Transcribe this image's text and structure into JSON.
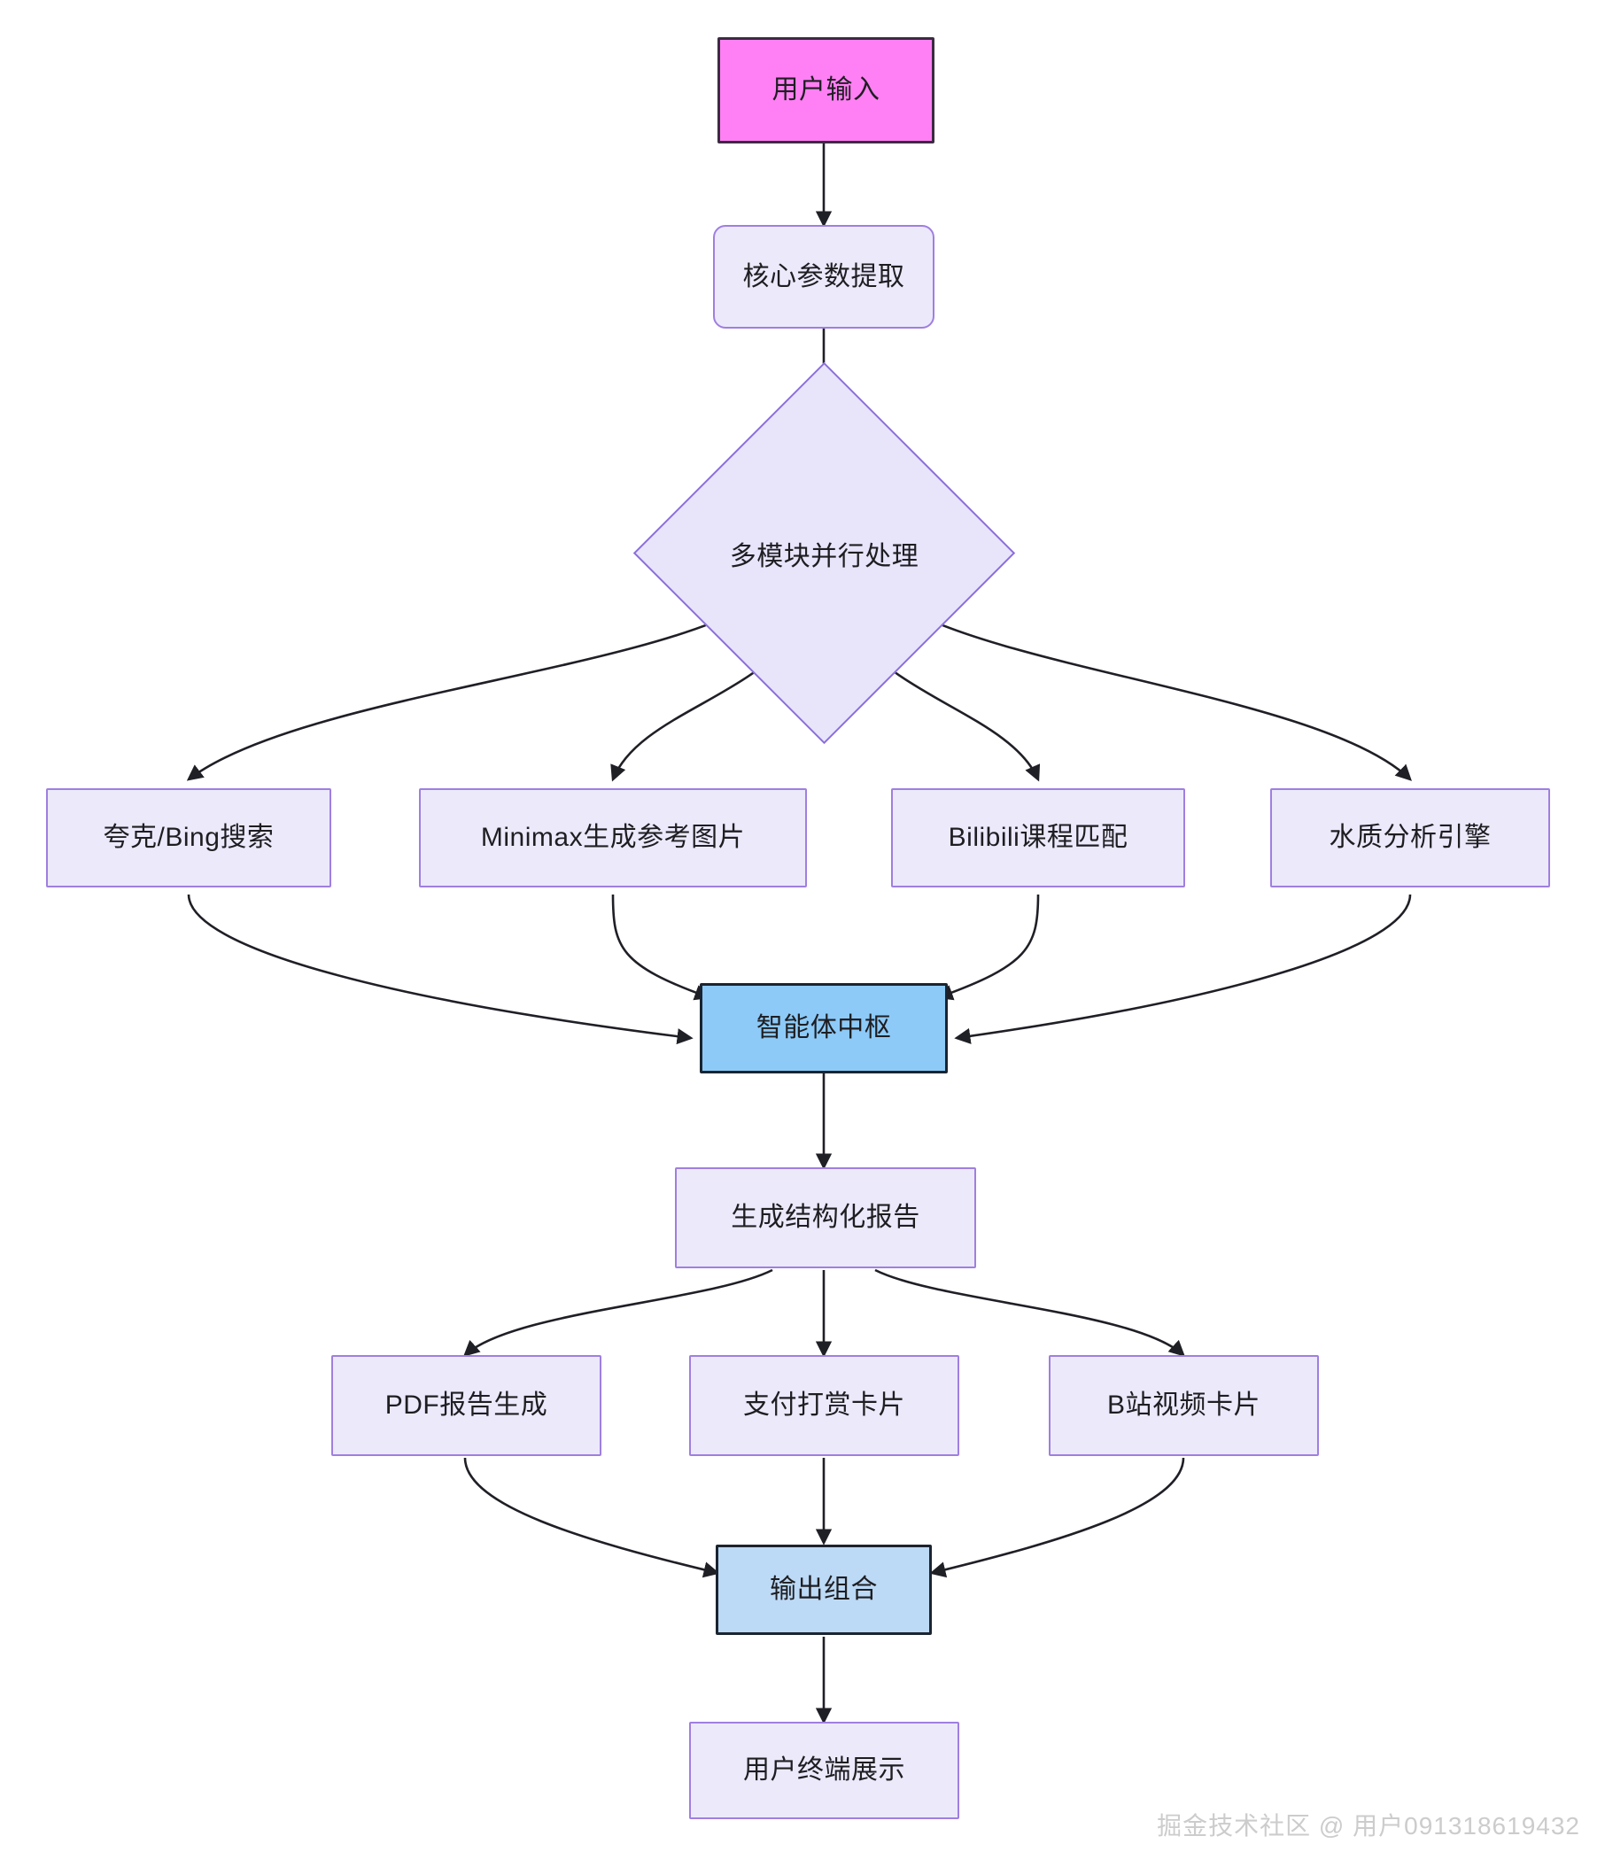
{
  "diagram": {
    "type": "flowchart",
    "direction": "top-to-bottom",
    "title": "",
    "colors": {
      "start_fill": "#ff80f4",
      "start_stroke": "#3b2b42",
      "process_fill": "#ece9fb",
      "process_stroke": "#9f7fe0",
      "decision_fill": "#e8e4fa",
      "decision_stroke": "#8b6fdc",
      "hub_fill": "#8dcaf7",
      "hub_stroke": "#1b2430",
      "combine_fill": "#bcd9f5",
      "combine_stroke": "#1b2430",
      "edge_stroke": "#1f1f26",
      "watermark": "#cccccc",
      "background": "#ffffff"
    },
    "nodes": {
      "user_input": {
        "label": "用户输入",
        "shape": "rect",
        "style": "start"
      },
      "param_extract": {
        "label": "核心参数提取",
        "shape": "rounded-rect",
        "style": "process"
      },
      "parallel": {
        "label": "多模块并行处理",
        "shape": "diamond",
        "style": "decision"
      },
      "quark_bing": {
        "label": "夸克/Bing搜索",
        "shape": "rect",
        "style": "process"
      },
      "minimax": {
        "label": "Minimax生成参考图片",
        "shape": "rect",
        "style": "process"
      },
      "bilibili": {
        "label": "Bilibili课程匹配",
        "shape": "rect",
        "style": "process"
      },
      "water_quality": {
        "label": "水质分析引擎",
        "shape": "rect",
        "style": "process"
      },
      "agent_hub": {
        "label": "智能体中枢",
        "shape": "rect",
        "style": "hub"
      },
      "structured_report": {
        "label": "生成结构化报告",
        "shape": "rect",
        "style": "process"
      },
      "pdf_report": {
        "label": "PDF报告生成",
        "shape": "rect",
        "style": "process"
      },
      "payment_card": {
        "label": "支付打赏卡片",
        "shape": "rect",
        "style": "process"
      },
      "bvideo_card": {
        "label": "B站视频卡片",
        "shape": "rect",
        "style": "process"
      },
      "output_combine": {
        "label": "输出组合",
        "shape": "rect",
        "style": "combine"
      },
      "terminal_display": {
        "label": "用户终端展示",
        "shape": "rect",
        "style": "process"
      }
    },
    "edges": [
      {
        "from": "user_input",
        "to": "param_extract",
        "label": ""
      },
      {
        "from": "param_extract",
        "to": "parallel",
        "label": ""
      },
      {
        "from": "parallel",
        "to": "quark_bing",
        "label": ""
      },
      {
        "from": "parallel",
        "to": "minimax",
        "label": ""
      },
      {
        "from": "parallel",
        "to": "bilibili",
        "label": ""
      },
      {
        "from": "parallel",
        "to": "water_quality",
        "label": ""
      },
      {
        "from": "quark_bing",
        "to": "agent_hub",
        "label": ""
      },
      {
        "from": "minimax",
        "to": "agent_hub",
        "label": ""
      },
      {
        "from": "bilibili",
        "to": "agent_hub",
        "label": ""
      },
      {
        "from": "water_quality",
        "to": "agent_hub",
        "label": ""
      },
      {
        "from": "agent_hub",
        "to": "structured_report",
        "label": ""
      },
      {
        "from": "structured_report",
        "to": "pdf_report",
        "label": ""
      },
      {
        "from": "structured_report",
        "to": "payment_card",
        "label": ""
      },
      {
        "from": "structured_report",
        "to": "bvideo_card",
        "label": ""
      },
      {
        "from": "pdf_report",
        "to": "output_combine",
        "label": ""
      },
      {
        "from": "payment_card",
        "to": "output_combine",
        "label": ""
      },
      {
        "from": "bvideo_card",
        "to": "output_combine",
        "label": ""
      },
      {
        "from": "output_combine",
        "to": "terminal_display",
        "label": ""
      }
    ]
  },
  "watermark": {
    "text": "掘金技术社区 @ 用户091318619432"
  }
}
